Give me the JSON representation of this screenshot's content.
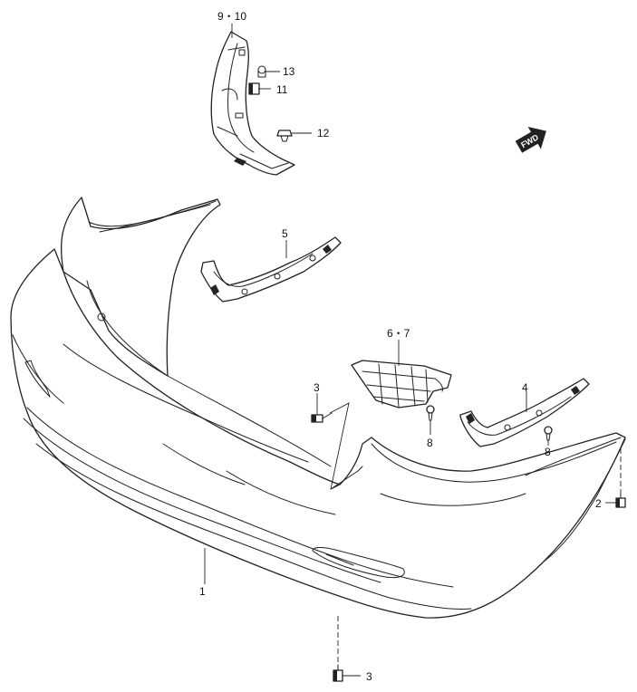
{
  "labels": {
    "l_9_10": "9・10",
    "l_13": "13",
    "l_11": "11",
    "l_12": "12",
    "l_5": "5",
    "l_6_7": "6・7",
    "l_3_top": "3",
    "l_4": "4",
    "l_8_left": "8",
    "l_8_right": "8",
    "l_2": "2",
    "l_1": "1",
    "l_3_bottom": "3"
  },
  "fwd_arrow": "FWD",
  "icon_names": [
    "mud-flap",
    "clip",
    "nut",
    "screw",
    "bolt",
    "bracket",
    "retainer",
    "bumper-cover",
    "forward-arrow"
  ]
}
